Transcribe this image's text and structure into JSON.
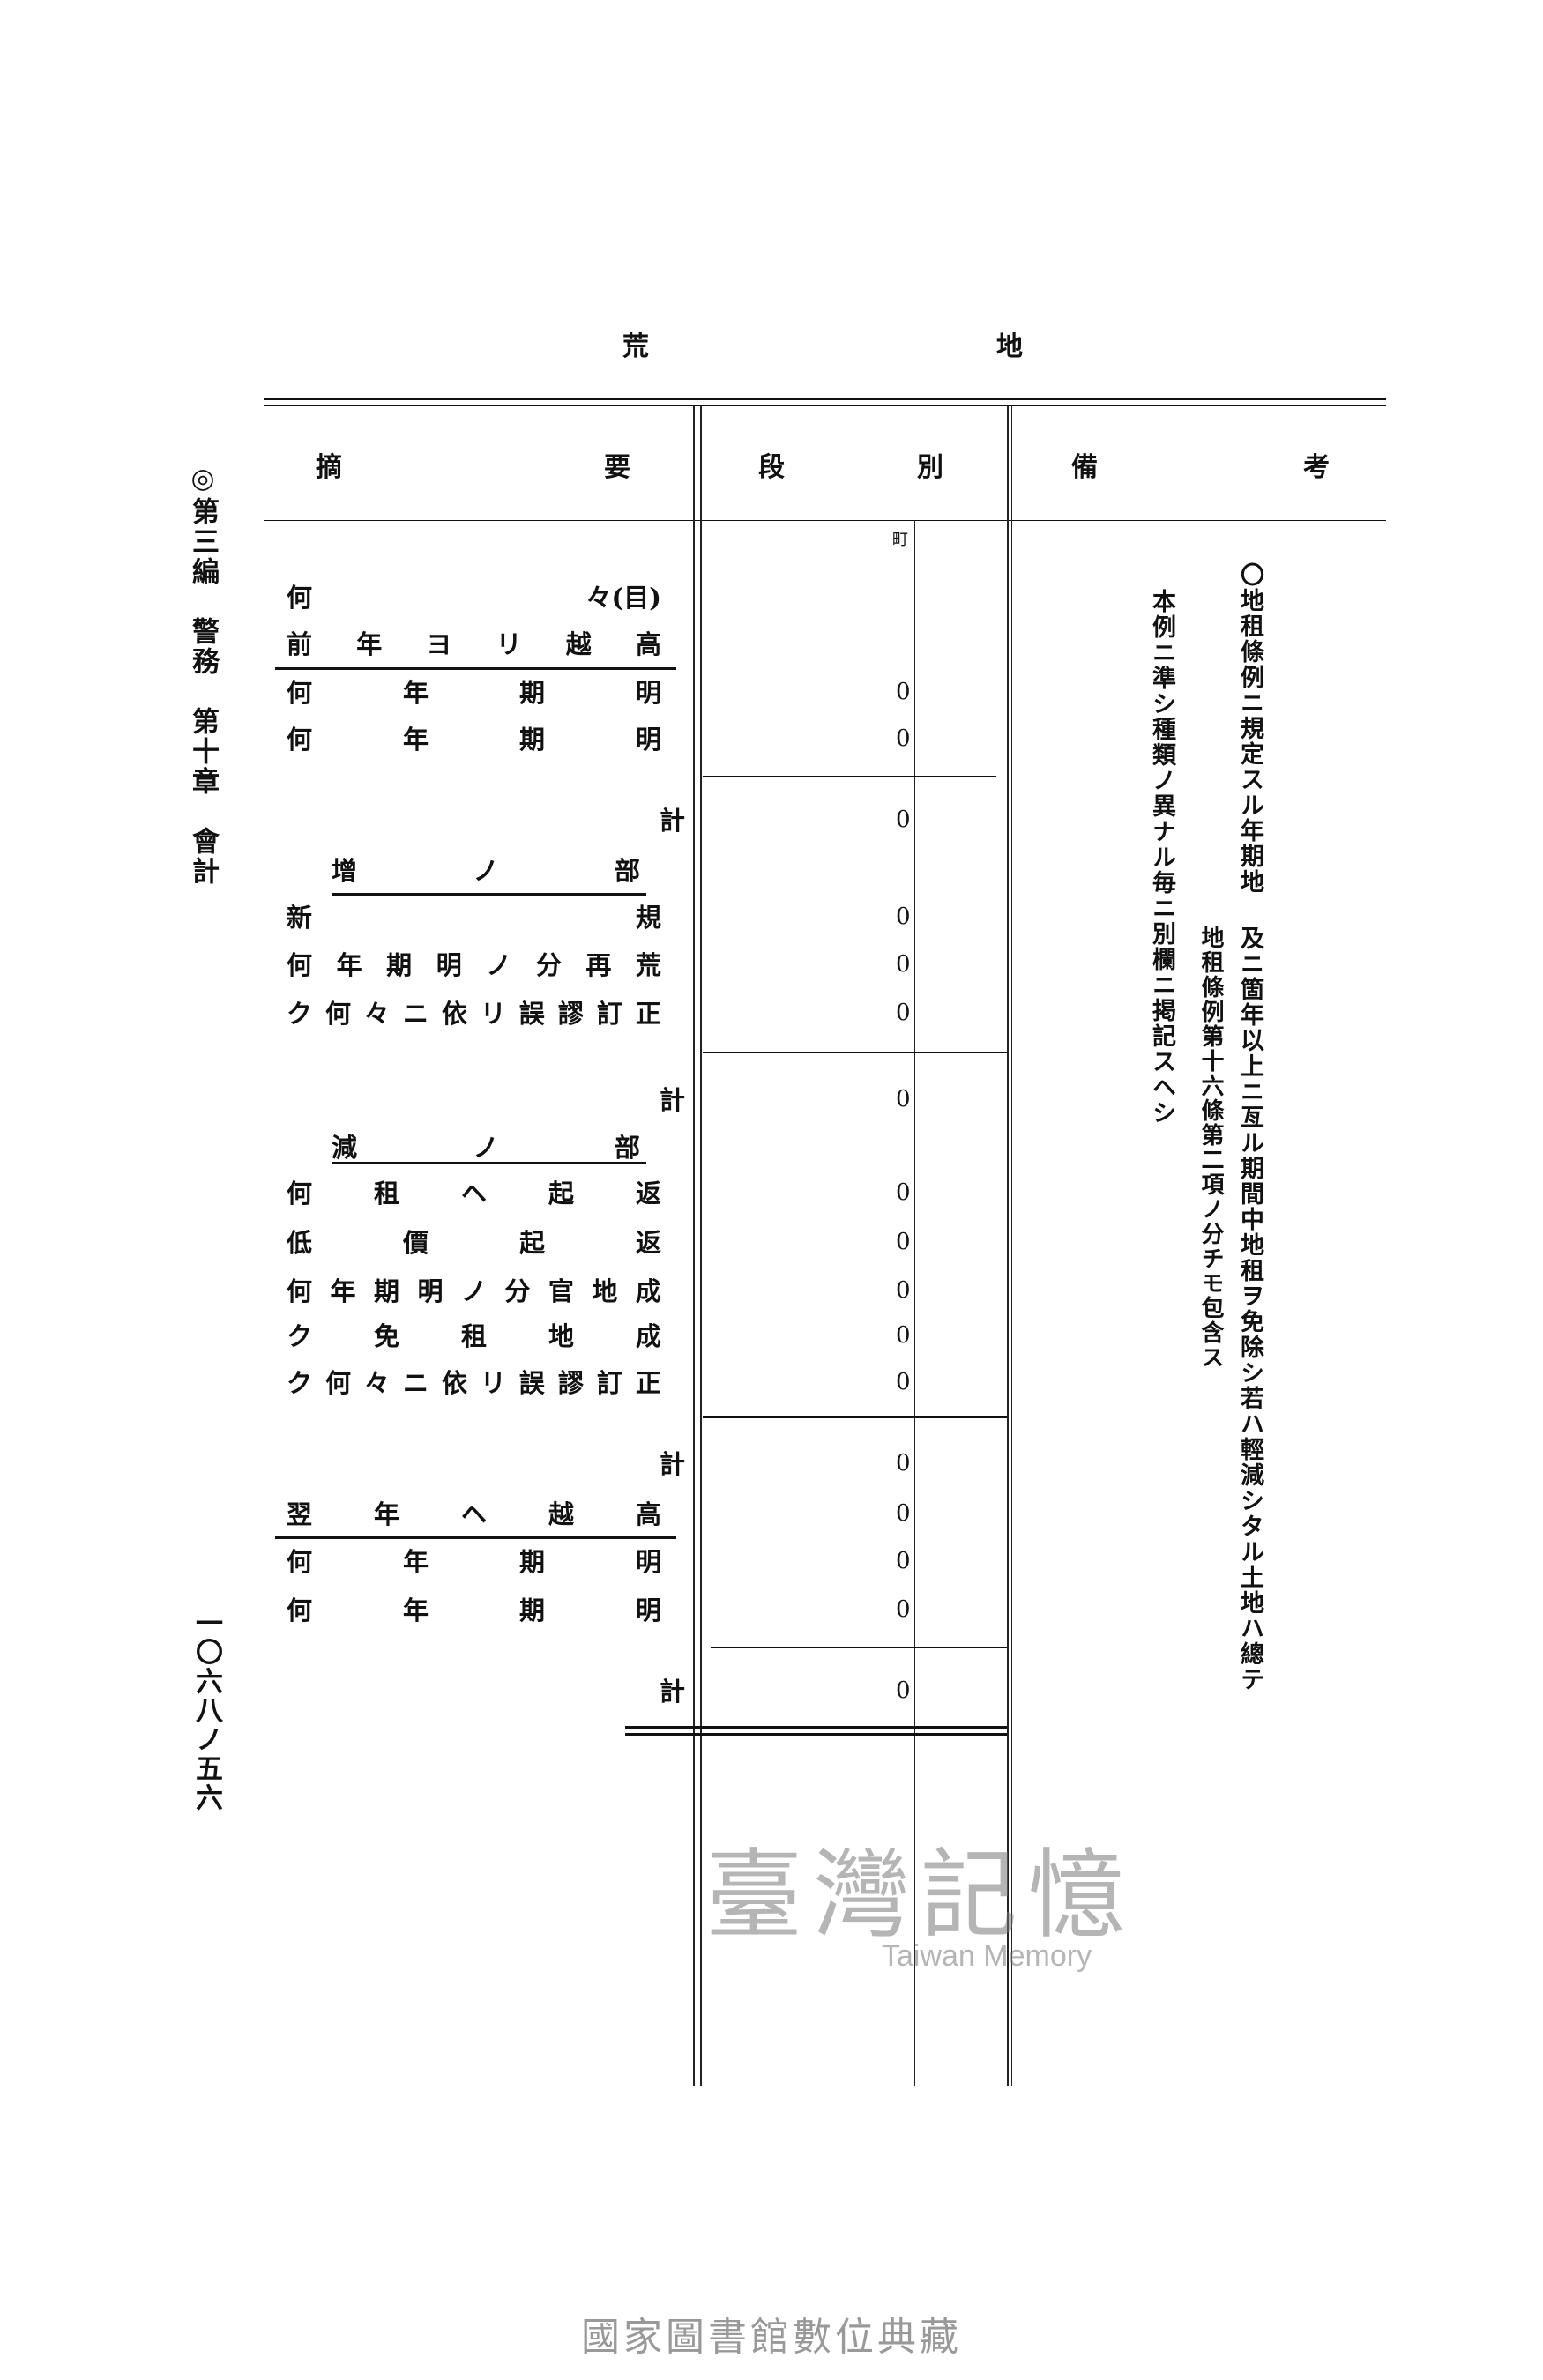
{
  "margin": {
    "chapter": "◎第三編　警務　第十章　會計",
    "page_number": "一〇六八ノ五六"
  },
  "form_title": [
    "荒",
    "地"
  ],
  "headers": {
    "summary": [
      "摘",
      "要"
    ],
    "area": [
      "段",
      "別"
    ],
    "remarks": [
      "備",
      "考"
    ]
  },
  "area_unit": "町",
  "rows": [
    {
      "label": [
        "何",
        "々(目)"
      ],
      "value": null
    },
    {
      "label": [
        "前",
        "年",
        "ヨ",
        "リ",
        "越",
        "高"
      ],
      "value": null
    },
    {
      "label": [
        "何",
        "年",
        "期",
        "明"
      ],
      "value": "0"
    },
    {
      "label": [
        "何",
        "年",
        "期",
        "明"
      ],
      "value": "0"
    },
    {
      "label": [
        "計"
      ],
      "value": "0",
      "total": true
    },
    {
      "label": [
        "增",
        "ノ",
        "部"
      ],
      "value": null,
      "section": true
    },
    {
      "label": [
        "新",
        "規"
      ],
      "value": "0"
    },
    {
      "label": [
        "何",
        "年",
        "期",
        "明",
        "ノ",
        "分",
        "再",
        "荒"
      ],
      "value": "0"
    },
    {
      "label": [
        "ク",
        "何",
        "々",
        "ニ",
        "依",
        "リ",
        "誤",
        "謬",
        "訂",
        "正"
      ],
      "value": "0"
    },
    {
      "label": [
        "計"
      ],
      "value": "0",
      "total": true
    },
    {
      "label": [
        "減",
        "ノ",
        "部"
      ],
      "value": null,
      "section": true
    },
    {
      "label": [
        "何",
        "租",
        "ヘ",
        "起",
        "返"
      ],
      "value": "0"
    },
    {
      "label": [
        "低",
        "價",
        "起",
        "返"
      ],
      "value": "0"
    },
    {
      "label": [
        "何",
        "年",
        "期",
        "明",
        "ノ",
        "分",
        "官",
        "地",
        "成"
      ],
      "value": "0"
    },
    {
      "label": [
        "ク",
        "免",
        "租",
        "地",
        "成"
      ],
      "value": "0"
    },
    {
      "label": [
        "ク",
        "何",
        "々",
        "ニ",
        "依",
        "リ",
        "誤",
        "謬",
        "訂",
        "正"
      ],
      "value": "0"
    },
    {
      "label": [
        "計"
      ],
      "value": "0",
      "total": true
    },
    {
      "label": [
        "翌",
        "年",
        "ヘ",
        "越",
        "高"
      ],
      "value": "0"
    },
    {
      "label": [
        "何",
        "年",
        "期",
        "明"
      ],
      "value": "0"
    },
    {
      "label": [
        "何",
        "年",
        "期",
        "明"
      ],
      "value": "0"
    },
    {
      "label": [
        "計"
      ],
      "value": "0",
      "total": true
    }
  ],
  "remarks": {
    "line1_start": "〇地租條例ニ規定スル年期地",
    "line1_interlinear": "地租條例第十六條第二項ノ分チモ包含ス",
    "line1_end": "及ニ箇年以上ニ亙ル期間中地租ヲ免除シ若ハ輕減シタル土地ハ總テ",
    "line2": "本例ニ準シ種類ノ異ナル毎ニ別欄ニ掲記スヘシ"
  },
  "watermark": {
    "text": "臺灣記憶",
    "subtext": "Taiwan Memory"
  },
  "footer": "國家圖書館數位典藏"
}
